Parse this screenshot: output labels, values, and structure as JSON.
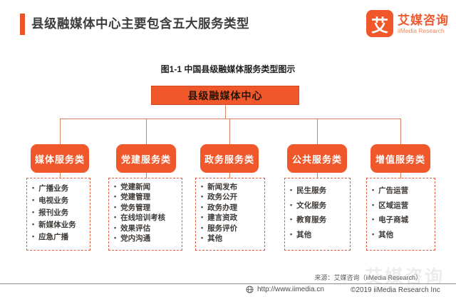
{
  "header": {
    "title": "县级融媒体中心主要包含五大服务类型"
  },
  "logo": {
    "glyph": "艾",
    "name_cn": "艾媒咨询",
    "name_en": "iiMedia Research"
  },
  "diagram": {
    "caption": "图1-1 中国县级融媒体服务类型图示",
    "root": "县级融媒体中心",
    "branches": [
      {
        "label": "媒体服务类",
        "items": [
          "广播业务",
          "电视业务",
          "报刊业务",
          "新媒体业务",
          "应急广播"
        ]
      },
      {
        "label": "党建服务类",
        "items": [
          "党建新闻",
          "党建管理",
          "党务管理",
          "在线培训考核",
          "效果评估",
          "党内沟通"
        ]
      },
      {
        "label": "政务服务类",
        "items": [
          "新闻发布",
          "政务公开",
          "政务办理",
          "建言资政",
          "服务评价",
          "其他"
        ]
      },
      {
        "label": "公共服务类",
        "items": [
          "民生服务",
          "文化服务",
          "教育服务",
          "其他"
        ]
      },
      {
        "label": "增值服务类",
        "items": [
          "广告运营",
          "区域运营",
          "电子商城",
          "其他"
        ]
      }
    ]
  },
  "footer": {
    "source": "来源：艾媒咨询（iiMedia Research）",
    "url": "http://www.iimedia.cn",
    "copyright": "©2019  iiMedia Research  Inc",
    "watermark": "艾媒咨询"
  },
  "colors": {
    "accent_orange": "#F0582B",
    "connector": "#D9825B",
    "dashed_border": "#DD5F3B",
    "title_text": "#3d3d3d",
    "item_text": "#3e3a37"
  }
}
